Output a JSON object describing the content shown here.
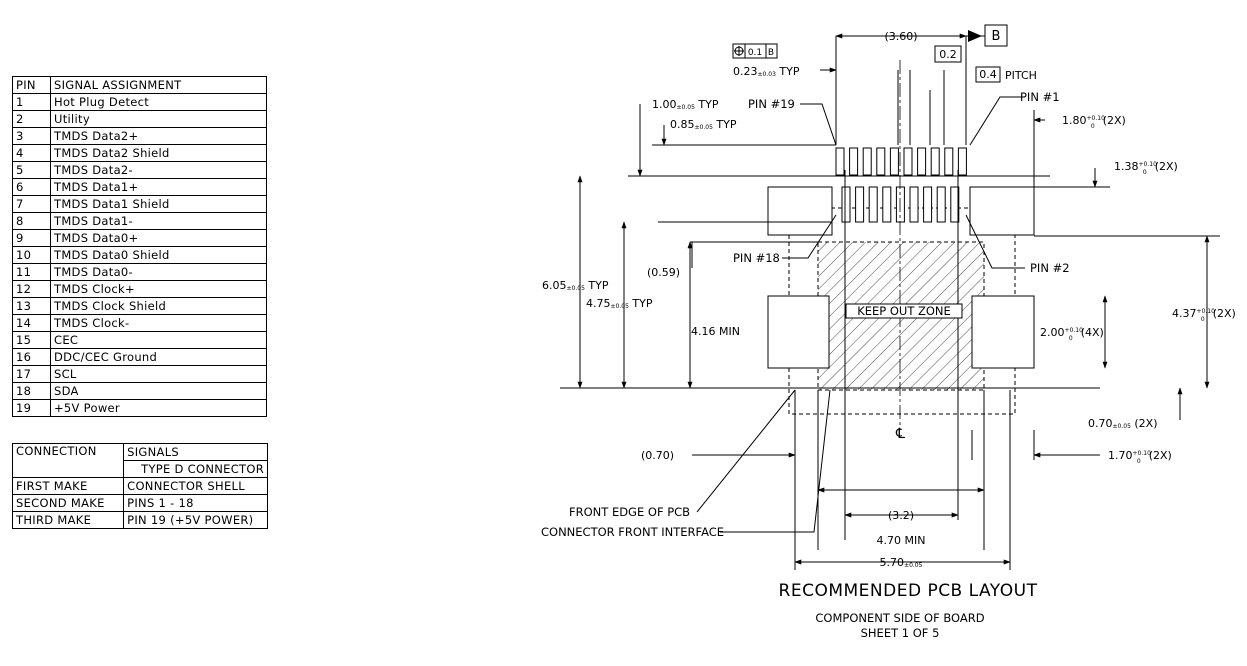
{
  "pin_table": {
    "headers": [
      "PIN",
      "SIGNAL ASSIGNMENT"
    ],
    "rows": [
      [
        "1",
        "Hot Plug Detect"
      ],
      [
        "2",
        "Utility"
      ],
      [
        "3",
        "TMDS Data2+"
      ],
      [
        "4",
        "TMDS Data2 Shield"
      ],
      [
        "5",
        "TMDS Data2-"
      ],
      [
        "6",
        "TMDS Data1+"
      ],
      [
        "7",
        "TMDS Data1 Shield"
      ],
      [
        "8",
        "TMDS Data1-"
      ],
      [
        "9",
        "TMDS Data0+"
      ],
      [
        "10",
        "TMDS Data0 Shield"
      ],
      [
        "11",
        "TMDS Data0-"
      ],
      [
        "12",
        "TMDS Clock+"
      ],
      [
        "13",
        "TMDS Clock Shield"
      ],
      [
        "14",
        "TMDS Clock-"
      ],
      [
        "15",
        "CEC"
      ],
      [
        "16",
        "DDC/CEC Ground"
      ],
      [
        "17",
        "SCL"
      ],
      [
        "18",
        "SDA"
      ],
      [
        "19",
        "+5V Power"
      ]
    ]
  },
  "connection_table": {
    "header1": "CONNECTION",
    "header2": "SIGNALS",
    "subheader": "TYPE D CONNECTOR",
    "rows": [
      [
        "FIRST MAKE",
        "CONNECTOR SHELL"
      ],
      [
        "SECOND MAKE",
        "PINS 1 - 18"
      ],
      [
        "THIRD MAKE",
        "PIN 19 (+5V POWER)"
      ]
    ]
  },
  "drawing": {
    "dims": {
      "top_width": "(3.60)",
      "datum_b": "B",
      "gdt_tol": "0.1",
      "gdt_datum": "B",
      "pin_width_base": "0.23",
      "pin_width_tol": "±0.03",
      "typ": "TYP",
      "gap": "0.2",
      "pitch_val": "0.4",
      "pitch_label": "PITCH",
      "len1_base": "1.00",
      "len1_tol": "±0.05",
      "len2_base": "0.85",
      "len2_tol": "±0.05",
      "pad_w_base": "1.80",
      "pad_w_note": "(2X)",
      "pad_h_base": "1.38",
      "pad_h_note": "(2X)",
      "offset_059": "(0.59)",
      "total_h_base": "6.05",
      "total_h_tol": "±0.05",
      "mid_h_base": "4.75",
      "mid_h_tol": "±0.05",
      "keepout_h": "4.16 MIN",
      "side_h_base": "4.37",
      "side_h_note": "(2X)",
      "lower_pad_base": "2.00",
      "lower_pad_note": "(4X)",
      "slot_base": "0.70",
      "slot_tol": "±0.05",
      "slot_note": "(2X)",
      "slot_w_base": "1.70",
      "slot_w_note": "(2X)",
      "front_070": "(0.70)",
      "inner_32": "(3.2)",
      "min_470": "4.70 MIN",
      "total_570_base": "5.70",
      "total_570_tol": "±0.05",
      "tol_plus": "+0.10",
      "tol_zero": "0"
    },
    "labels": {
      "pin19": "PIN #19",
      "pin1": "PIN #1",
      "pin18": "PIN #18",
      "pin2": "PIN #2",
      "keepout": "KEEP OUT ZONE",
      "centerline": "℄",
      "front_edge": "FRONT EDGE OF PCB",
      "front_interface": "CONNECTOR FRONT INTERFACE"
    },
    "title": "RECOMMENDED PCB LAYOUT",
    "subtitle1": "COMPONENT SIDE OF BOARD",
    "subtitle2": "SHEET 1 OF 5"
  }
}
